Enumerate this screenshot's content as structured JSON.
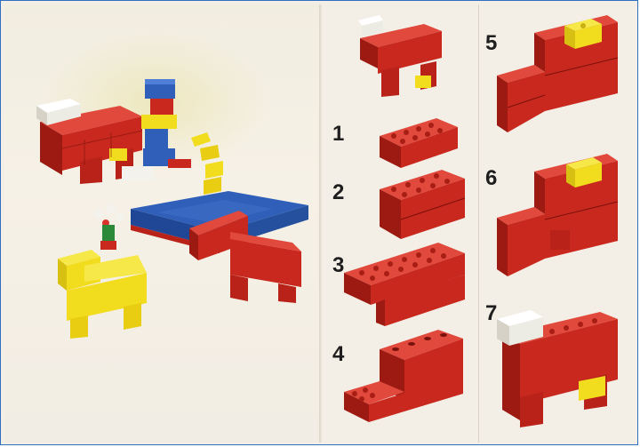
{
  "steps": [
    {
      "number": "1"
    },
    {
      "number": "2"
    },
    {
      "number": "3"
    },
    {
      "number": "4"
    },
    {
      "number": "5"
    },
    {
      "number": "6"
    },
    {
      "number": "7"
    }
  ],
  "colors": {
    "brick_red": "#c8281e",
    "brick_red_dark": "#8e1510",
    "brick_yellow": "#f2dc1e",
    "brick_blue": "#2f5fb8",
    "brick_white": "#f4f2ec",
    "border": "#2f6fc0"
  },
  "models": [
    "red-horse",
    "sitting-figure",
    "yellow-snake",
    "blue-base",
    "flowers",
    "yellow-horse",
    "red-animal"
  ]
}
